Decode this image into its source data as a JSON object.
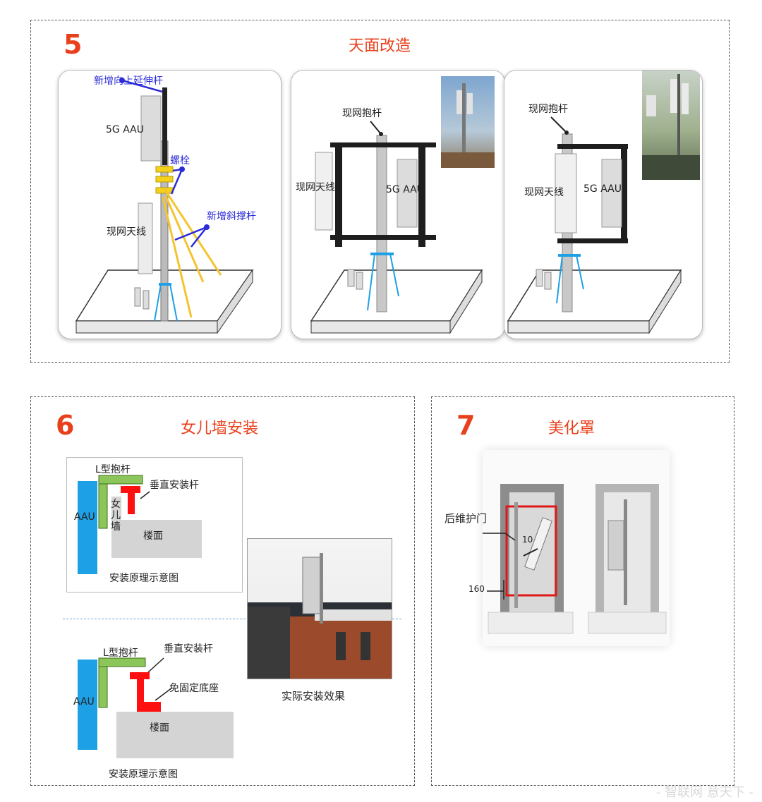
{
  "panel5": {
    "number": "5",
    "title": "天面改造",
    "card1": {
      "extension_pole": "新增向上延伸杆",
      "aau": "5G AAU",
      "bolt": "螺栓",
      "brace": "新增斜撑杆",
      "antenna": "现网天线"
    },
    "card2": {
      "pole": "现网抱杆",
      "antenna": "现网天线",
      "aau": "5G AAU"
    },
    "card3": {
      "pole": "现网抱杆",
      "antenna": "现网天线",
      "aau": "5G AAU"
    }
  },
  "panel6": {
    "number": "6",
    "title": "女儿墙安装",
    "diagram1": {
      "l_pole": "L型抱杆",
      "vertical_pole": "垂直安装杆",
      "aau": "AAU",
      "parapet": "女儿墙",
      "floor": "楼面",
      "caption": "安装原理示意图"
    },
    "photo_caption": "实际安装效果",
    "diagram2": {
      "l_pole": "L型抱杆",
      "vertical_pole": "垂直安装杆",
      "base": "免固定底座",
      "aau": "AAU",
      "floor": "楼面",
      "caption": "安装原理示意图"
    }
  },
  "panel7": {
    "number": "7",
    "title": "美化罩",
    "door": "后维护门",
    "dim1": "10",
    "dim2": "160"
  },
  "watermark": "- 智联网 意天下 -",
  "colors": {
    "accent_red": "#e8401c",
    "label_blue": "#2b2bd8",
    "aau_blue": "#1ea0e6",
    "l_pole_green": "#8cc65a",
    "vertical_red": "#ff1010",
    "floor_gray": "#d4d4d4"
  }
}
